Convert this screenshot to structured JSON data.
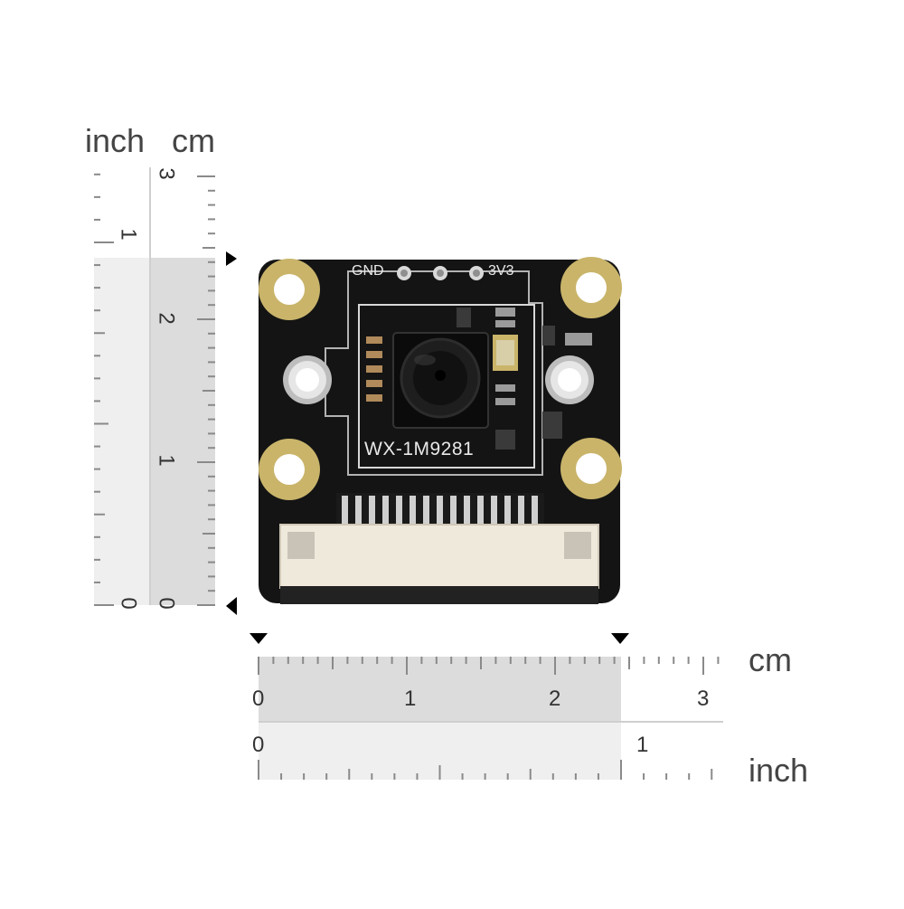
{
  "rulers": {
    "left": {
      "unit_inch": "inch",
      "unit_cm": "cm",
      "cm_labels": [
        "0",
        "1",
        "2",
        "3"
      ],
      "inch_labels": [
        "0",
        "1"
      ]
    },
    "bottom": {
      "unit_cm": "cm",
      "unit_inch": "inch",
      "cm_labels": [
        "0",
        "1",
        "2",
        "3"
      ],
      "inch_labels": [
        "0",
        "1"
      ]
    }
  },
  "board": {
    "model_text": "WX-1M9281",
    "pin_labels": [
      "GND",
      "3V3"
    ],
    "connector_pins": 15
  },
  "colors": {
    "pcb": "#141414",
    "gold_pad": "#c9b46a",
    "highlight": "#d9d9d9",
    "connector": "#efe9dc"
  }
}
